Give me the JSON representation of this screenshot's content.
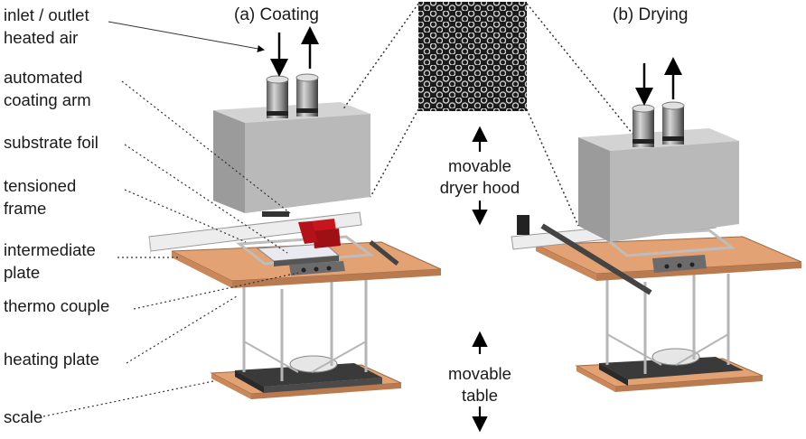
{
  "titles": {
    "coating": "(a) Coating",
    "drying": "(b) Drying"
  },
  "labels": {
    "air_line1": "inlet / outlet",
    "air_line2": "heated air",
    "arm_line1": "automated",
    "arm_line2": "coating arm",
    "substrate": "substrate foil",
    "frame_line1": "tensioned",
    "frame_line2": "frame",
    "inter_line1": "intermediate",
    "inter_line2": "plate",
    "thermo": "thermo couple",
    "heating": "heating plate",
    "scale": "scale"
  },
  "center_labels": {
    "hood_line1": "movable",
    "hood_line2": "dryer hood",
    "table_line1": "movable",
    "table_line2": "table"
  },
  "colors": {
    "hood_front": "#b9b9b9",
    "hood_top": "#d3d3d3",
    "hood_side": "#9b9b9b",
    "plate_top": "#e3a274",
    "plate_edge": "#b87a4e",
    "arm_red": "#c4161c",
    "base_dark": "#3a3a3a"
  }
}
